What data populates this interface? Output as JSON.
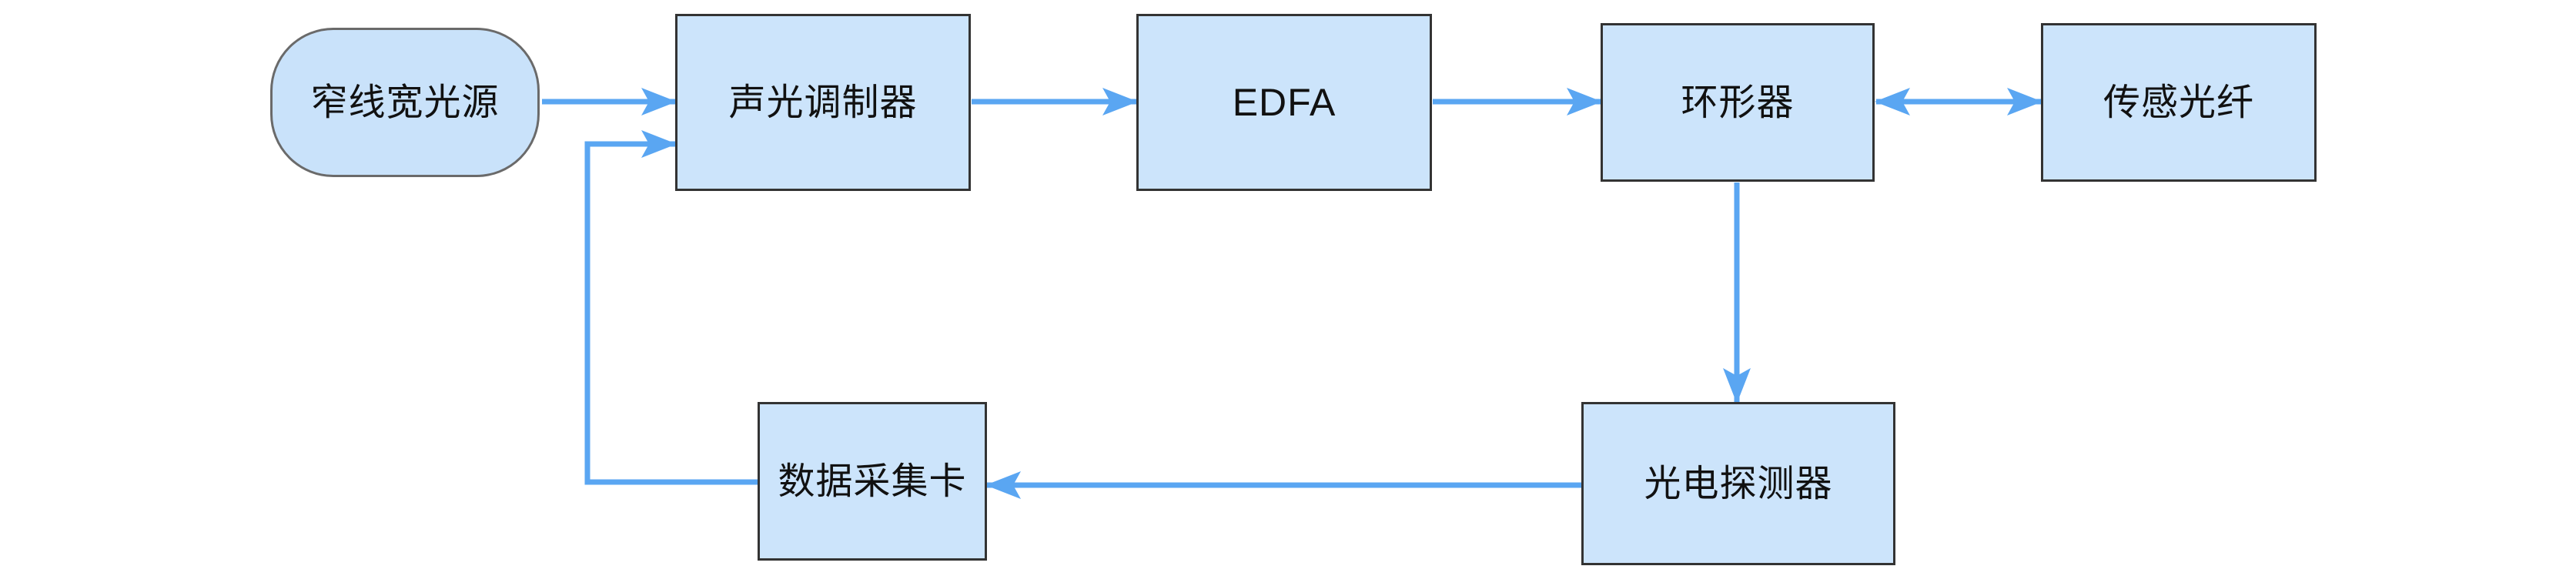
{
  "diagram": {
    "nodes": {
      "source": "窄线宽光源",
      "modulator": "声光调制器",
      "edfa": "EDFA",
      "circulator": "环形器",
      "fiber": "传感光纤",
      "detector": "光电探测器",
      "daq": "数据采集卡"
    },
    "connections": [
      {
        "from": "source",
        "to": "modulator",
        "direction": "forward"
      },
      {
        "from": "modulator",
        "to": "edfa",
        "direction": "forward"
      },
      {
        "from": "edfa",
        "to": "circulator",
        "direction": "forward"
      },
      {
        "from": "circulator",
        "to": "fiber",
        "direction": "bidirectional"
      },
      {
        "from": "circulator",
        "to": "detector",
        "direction": "forward"
      },
      {
        "from": "detector",
        "to": "daq",
        "direction": "forward"
      },
      {
        "from": "daq",
        "to": "modulator",
        "direction": "forward"
      }
    ],
    "colors": {
      "box_fill": "#cce4fb",
      "box_border": "#333333",
      "arrow": "#5aa6f2"
    }
  }
}
